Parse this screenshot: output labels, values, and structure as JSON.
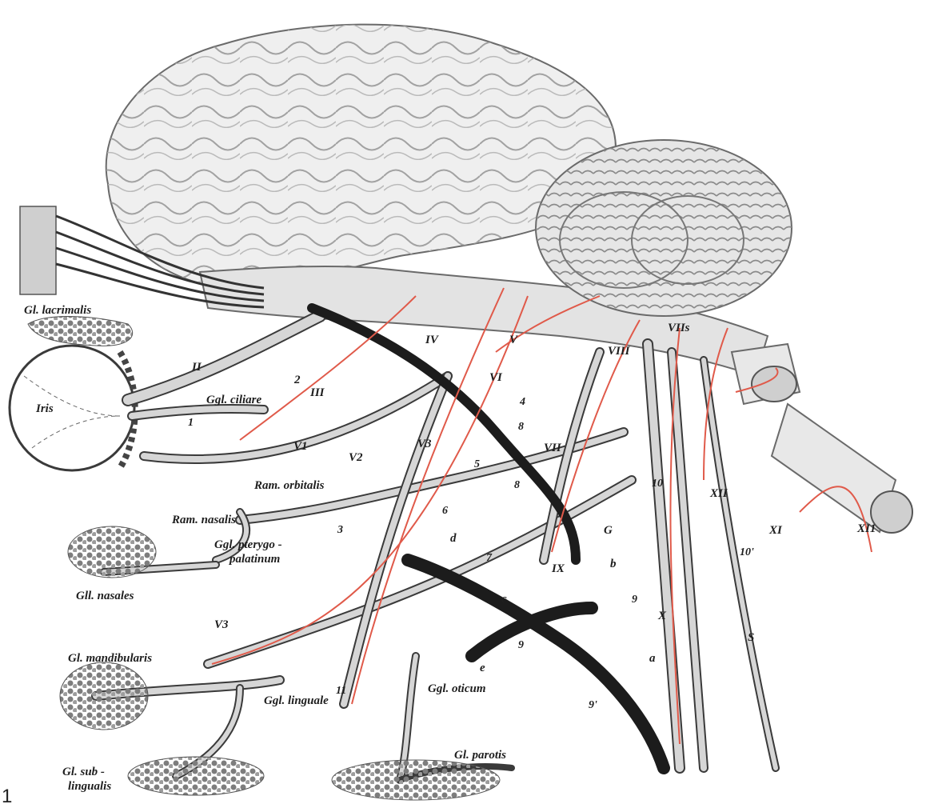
{
  "figure_number": "1",
  "labels": {
    "gl_lacrimalis": "Gl. lacrimalis",
    "iris": "Iris",
    "n_II": "II",
    "n_III": "III",
    "n_IV": "IV",
    "n_V": "V",
    "n_VI": "VI",
    "n_VII": "VII",
    "n_VIII": "VIII",
    "n_IX": "IX",
    "n_X": "X",
    "n_XI": "XI",
    "n_XI1": "XI1",
    "n_XII": "XII",
    "n_VIIs": "VIIs",
    "v1": "V1",
    "v2": "V2",
    "v3_upper": "V3",
    "v3_lower": "V3",
    "ggl_ciliare": "Ggl. ciliare",
    "ram_orbitalis": "Ram. orbitalis",
    "ram_nasalis": "Ram. nasalis",
    "ggl_pterygo_1": "Ggl. pterygo -",
    "ggl_pterygo_2": "palatinum",
    "gll_nasales": "Gll. nasales",
    "gl_mandibularis": "Gl. mandibularis",
    "ggl_linguale": "Ggl. linguale",
    "ggl_oticum": "Ggl. oticum",
    "gl_parotis": "Gl. parotis",
    "gl_sub_1": "Gl. sub -",
    "gl_sub_2": "lingualis",
    "num_1": "1",
    "num_2": "2",
    "num_3": "3",
    "num_4": "4",
    "num_5": "5",
    "num_6": "6",
    "num_7": "7",
    "num_8a": "8",
    "num_8b": "8",
    "num_9a": "9",
    "num_9b": "9",
    "num_9p": "9'",
    "num_10": "10",
    "num_10p": "10'",
    "num_11": "11",
    "let_a": "a",
    "let_b": "b",
    "let_c": "c",
    "let_d": "d",
    "let_e": "e",
    "let_G": "G",
    "let_S": "S"
  },
  "colors": {
    "nerve_fill": "#d6d6d6",
    "nerve_stroke": "#3a3a3a",
    "parasympathetic_fiber": "#e05a4a",
    "vessel": "#1c1c1c",
    "brain_fill": "#eeeeee",
    "gland_fill": "#9a9a9a"
  }
}
